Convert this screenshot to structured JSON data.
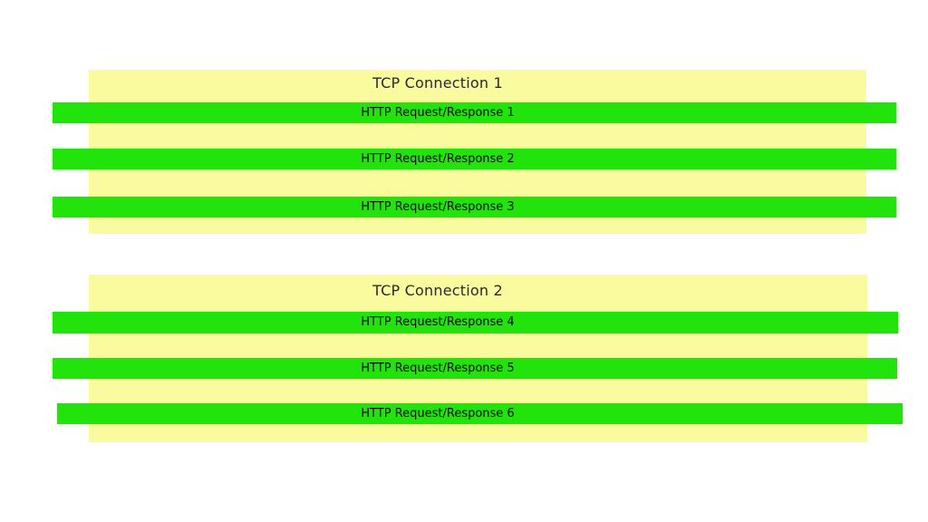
{
  "diagram": {
    "type": "http-persistent-connections-timeline",
    "colors": {
      "background": "#ffffff",
      "connection_panel": "#fafa9e",
      "request_bar": "#22e30b",
      "title_text": "#2a2a2a",
      "bar_text": "#0b0b0b"
    }
  },
  "connections": [
    {
      "title": "TCP Connection 1",
      "bars": [
        "HTTP Request/Response 1",
        "HTTP Request/Response 2",
        "HTTP Request/Response 3"
      ]
    },
    {
      "title": "TCP Connection 2",
      "bars": [
        "HTTP Request/Response 4",
        "HTTP Request/Response 5",
        "HTTP Request/Response 6"
      ]
    }
  ]
}
